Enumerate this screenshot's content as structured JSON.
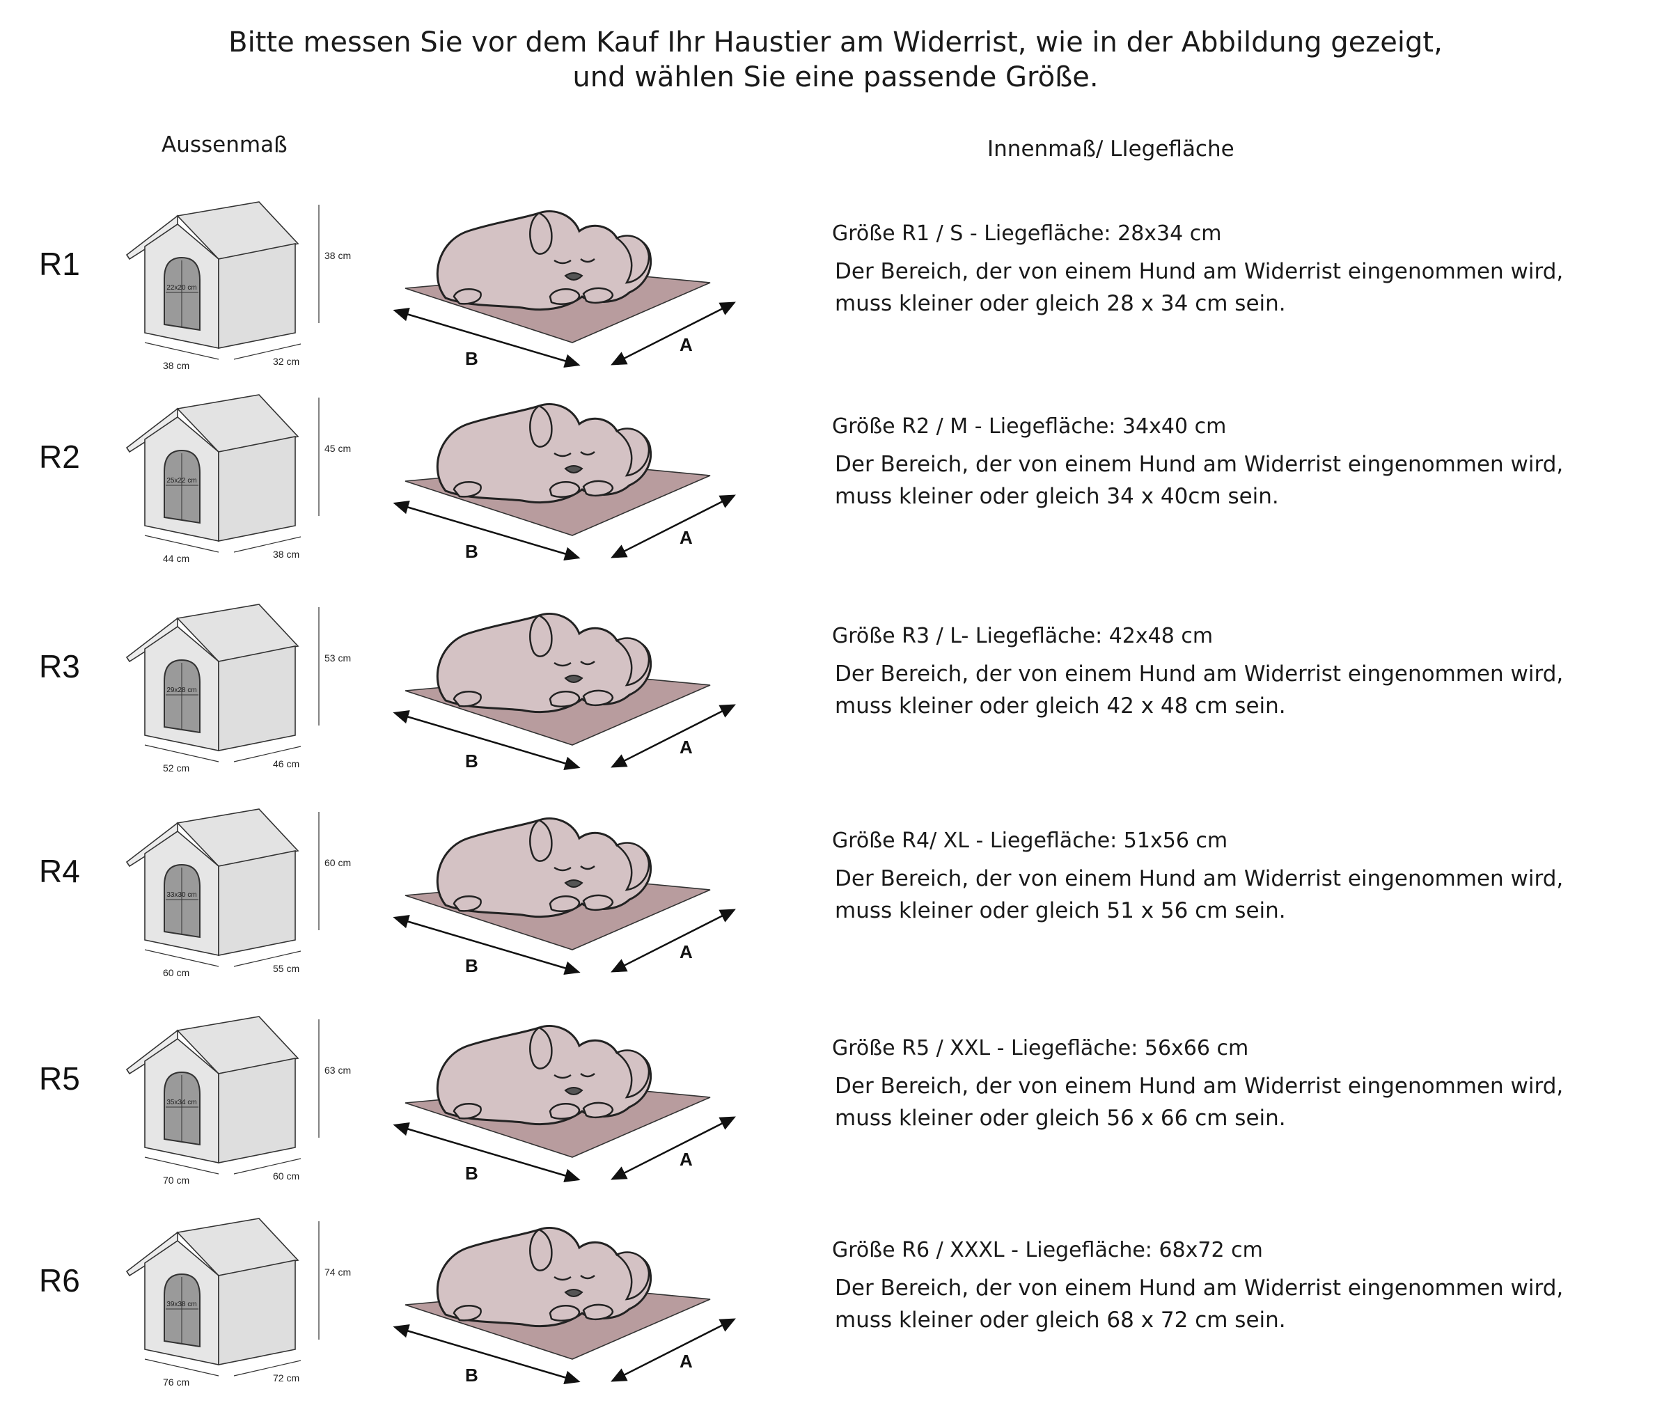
{
  "header": {
    "line1": "Bitte messen Sie vor dem Kauf Ihr Haustier am Widerrist, wie in der Abbildung gezeigt,",
    "line2": "und wählen Sie eine passende Größe."
  },
  "columns": {
    "outer": "Aussenmaß",
    "inner": "Innenmaß/ LIegefläche"
  },
  "diagram_labels": {
    "a": "A",
    "b": "B"
  },
  "colors": {
    "house_fill": "#e6e6e6",
    "door_fill": "#9a9a9a",
    "mat_fill": "#b89c9e",
    "dog_fill": "#d4c2c4"
  },
  "rows": [
    {
      "label": "R1",
      "height": "38 cm",
      "width": "38 cm",
      "depth": "32 cm",
      "door": "22x20 cm",
      "title": "Größe R1 / S - Liegefläche: 28x34 cm",
      "desc1": "Der Bereich, der von einem Hund am Widerrist eingenommen wird,",
      "desc2": "muss kleiner oder gleich 28 x 34 cm sein."
    },
    {
      "label": "R2",
      "height": "45 cm",
      "width": "44 cm",
      "depth": "38 cm",
      "door": "25x22 cm",
      "title": "Größe R2 / M - Liegefläche: 34x40 cm",
      "desc1": "Der Bereich, der von einem Hund am Widerrist eingenommen wird,",
      "desc2": "muss kleiner oder gleich 34 x 40cm sein."
    },
    {
      "label": "R3",
      "height": "53 cm",
      "width": "52 cm",
      "depth": "46 cm",
      "door": "29x28 cm",
      "title": "Größe R3 / L- Liegefläche: 42x48 cm",
      "desc1": "Der Bereich, der von einem Hund am Widerrist eingenommen wird,",
      "desc2": "muss kleiner oder gleich 42 x 48 cm sein."
    },
    {
      "label": "R4",
      "height": "60 cm",
      "width": "60 cm",
      "depth": "55 cm",
      "door": "33x30 cm",
      "title": "Größe R4/ XL - Liegefläche: 51x56 cm",
      "desc1": "Der Bereich, der von einem Hund am Widerrist eingenommen wird,",
      "desc2": "muss kleiner oder gleich 51 x 56 cm sein."
    },
    {
      "label": "R5",
      "height": "63 cm",
      "width": "70 cm",
      "depth": "60 cm",
      "door": "35x34 cm",
      "title": "Größe R5 / XXL - Liegefläche: 56x66 cm",
      "desc1": "Der Bereich, der von einem Hund am Widerrist eingenommen wird,",
      "desc2": "muss kleiner oder gleich 56 x 66 cm sein."
    },
    {
      "label": "R6",
      "height": "74 cm",
      "width": "76 cm",
      "depth": "72 cm",
      "door": "39x38 cm",
      "title": "Größe R6 / XXXL - Liegefläche: 68x72 cm",
      "desc1": "Der Bereich, der von einem Hund am Widerrist eingenommen wird,",
      "desc2": "muss kleiner oder gleich 68 x 72 cm sein."
    }
  ]
}
